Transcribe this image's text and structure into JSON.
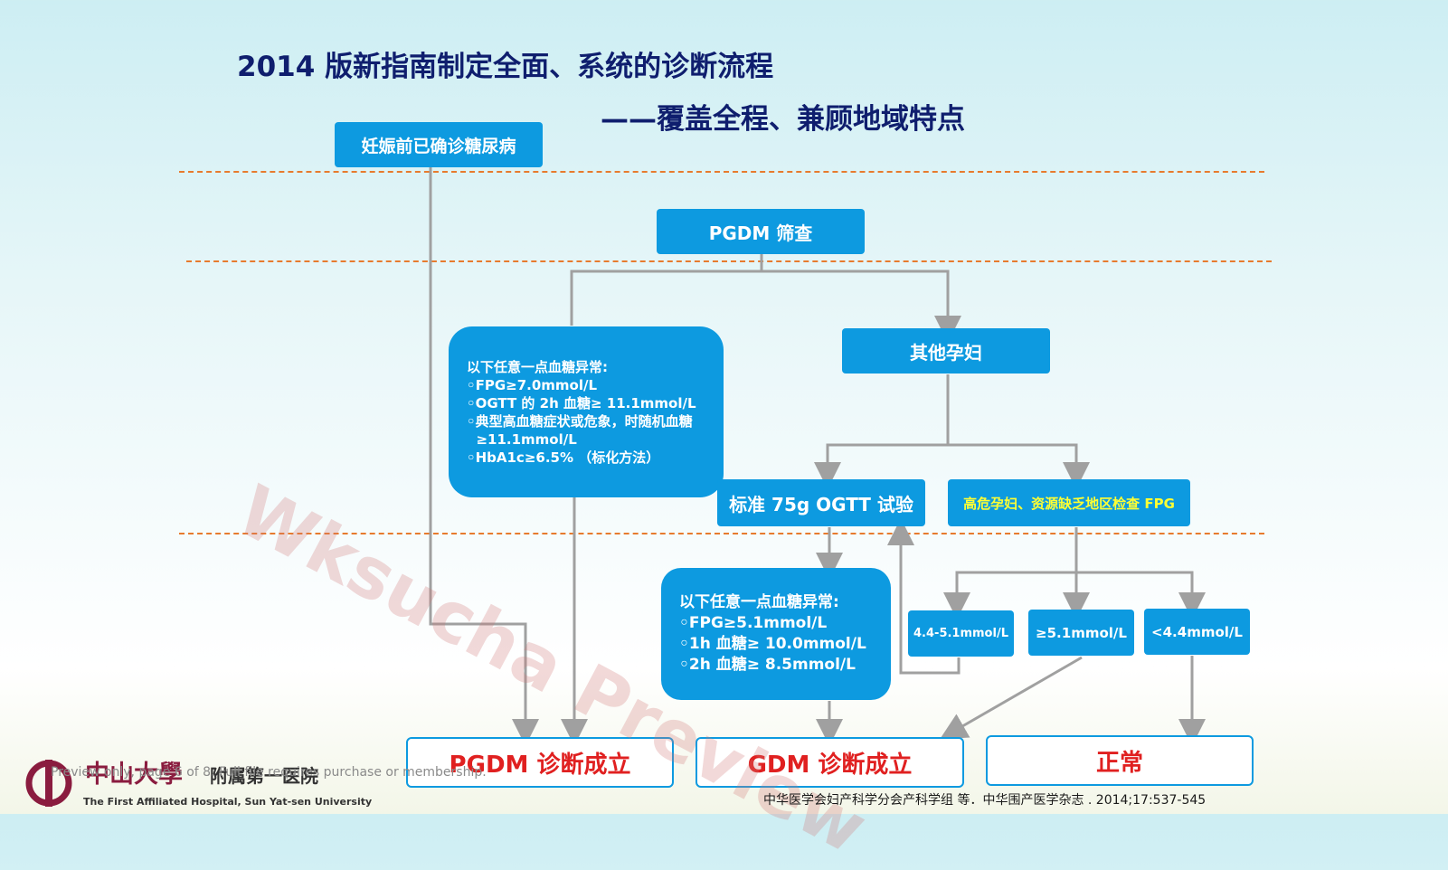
{
  "title": {
    "line1": "2014 版新指南制定全面、系统的诊断流程",
    "line2": "——覆盖全程、兼顾地域特点"
  },
  "nodes": {
    "pre_pregnancy": "妊娠前已确诊糖尿病",
    "pgdm_screen": "PGDM 筛查",
    "other_pregnant": "其他孕妇",
    "pgdm_criteria": {
      "heading": "以下任意一点血糖异常:",
      "items": [
        "◦FPG≥7.0mmol/L",
        "◦OGTT 的 2h 血糖≥ 11.1mmol/L",
        "◦典型高血糖症状或危象，时随机血糖",
        "  ≥11.1mmol/L",
        "◦HbA1c≥6.5% （标化方法）"
      ]
    },
    "ogtt": "标准 75g OGTT 试验",
    "fpg_check": "高危孕妇、资源缺乏地区检查 FPG",
    "gdm_criteria": {
      "heading": "以下任意一点血糖异常:",
      "items": [
        "◦FPG≥5.1mmol/L",
        "◦1h 血糖≥ 10.0mmol/L",
        "◦2h 血糖≥ 8.5mmol/L"
      ]
    },
    "fpg_mid": "4.4-5.1mmol/L",
    "fpg_high": "≥5.1mmol/L",
    "fpg_low": "<4.4mmol/L"
  },
  "outcomes": {
    "pgdm": "PGDM 诊断成立",
    "gdm": "GDM 诊断成立",
    "normal": "正常"
  },
  "colors": {
    "box_fill": "#0d9ae0",
    "title": "#0f1e6e",
    "outcome_text": "#e02020",
    "fpg_text": "#ffff33",
    "divider": "#e77b2e",
    "connector": "#a0a0a0"
  },
  "watermark": "Wksucha Preview",
  "preview_note": "Preview only, page 6 of 8. Full file requires purchase or membership.",
  "citation": "中华医学会妇产科学分会产科学组 等．中华围产医学杂志 . 2014;17:537-545",
  "logo": {
    "name_cn": "中山大學",
    "hospital_cn": "附属第一医院",
    "name_en": "The First Affiliated Hospital, Sun Yat-sen University"
  }
}
